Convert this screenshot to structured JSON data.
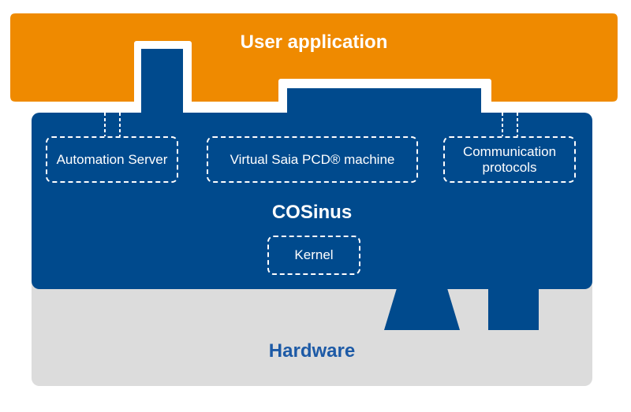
{
  "layers": {
    "user_application": "User application",
    "cosinus": "COSinus",
    "hardware": "Hardware"
  },
  "modules": {
    "automation_server": "Automation Server",
    "virtual_machine": "Virtual Saia PCD® machine",
    "communication_line1": "Communication",
    "communication_line2": "protocols",
    "kernel": "Kernel"
  },
  "colors": {
    "user_application": "#ef8a00",
    "cosinus": "#004a8d",
    "hardware": "#dcdcdc",
    "hardware_text": "#1d5aa6",
    "label_text": "#ffffff"
  }
}
